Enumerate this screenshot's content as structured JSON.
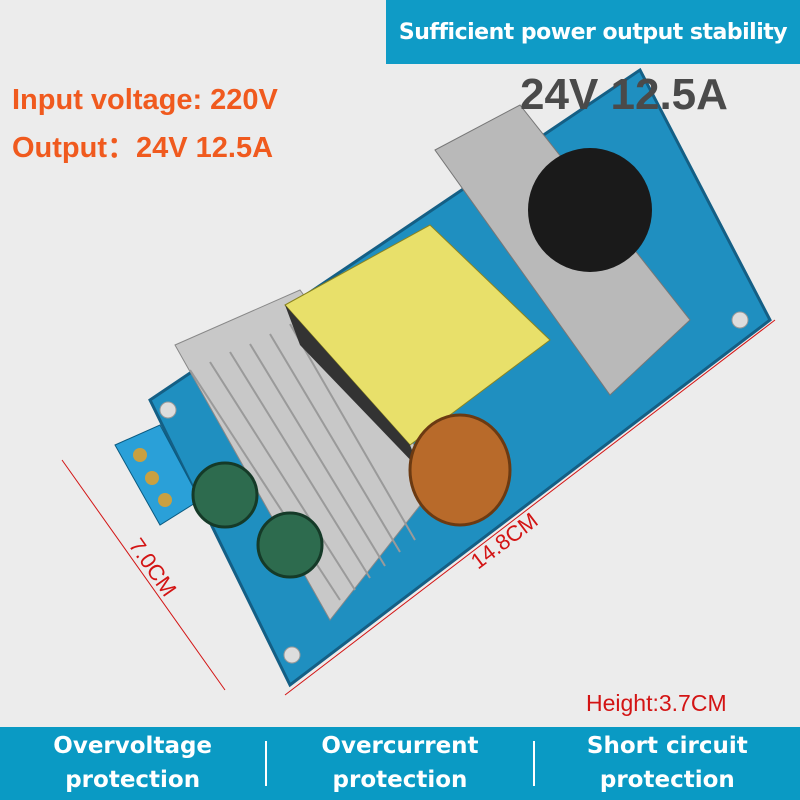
{
  "header": {
    "banner": "Sufficient power output stability",
    "spec": "24V 12.5A"
  },
  "specs": {
    "input": "Input voltage: 220V",
    "output": "Output：24V 12.5A"
  },
  "dimensions": {
    "length": "14.8CM",
    "width": "7.0CM",
    "height": "Height:3.7CM"
  },
  "features": [
    {
      "line1": "Overvoltage",
      "line2": "protection"
    },
    {
      "line1": "Overcurrent",
      "line2": "protection"
    },
    {
      "line1": "Short circuit",
      "line2": "protection"
    }
  ],
  "colors": {
    "accent": "#0a9ac4",
    "pcb": "#1f8fc0",
    "dimension": "#d31414",
    "spec_text": "#f05a1e"
  }
}
